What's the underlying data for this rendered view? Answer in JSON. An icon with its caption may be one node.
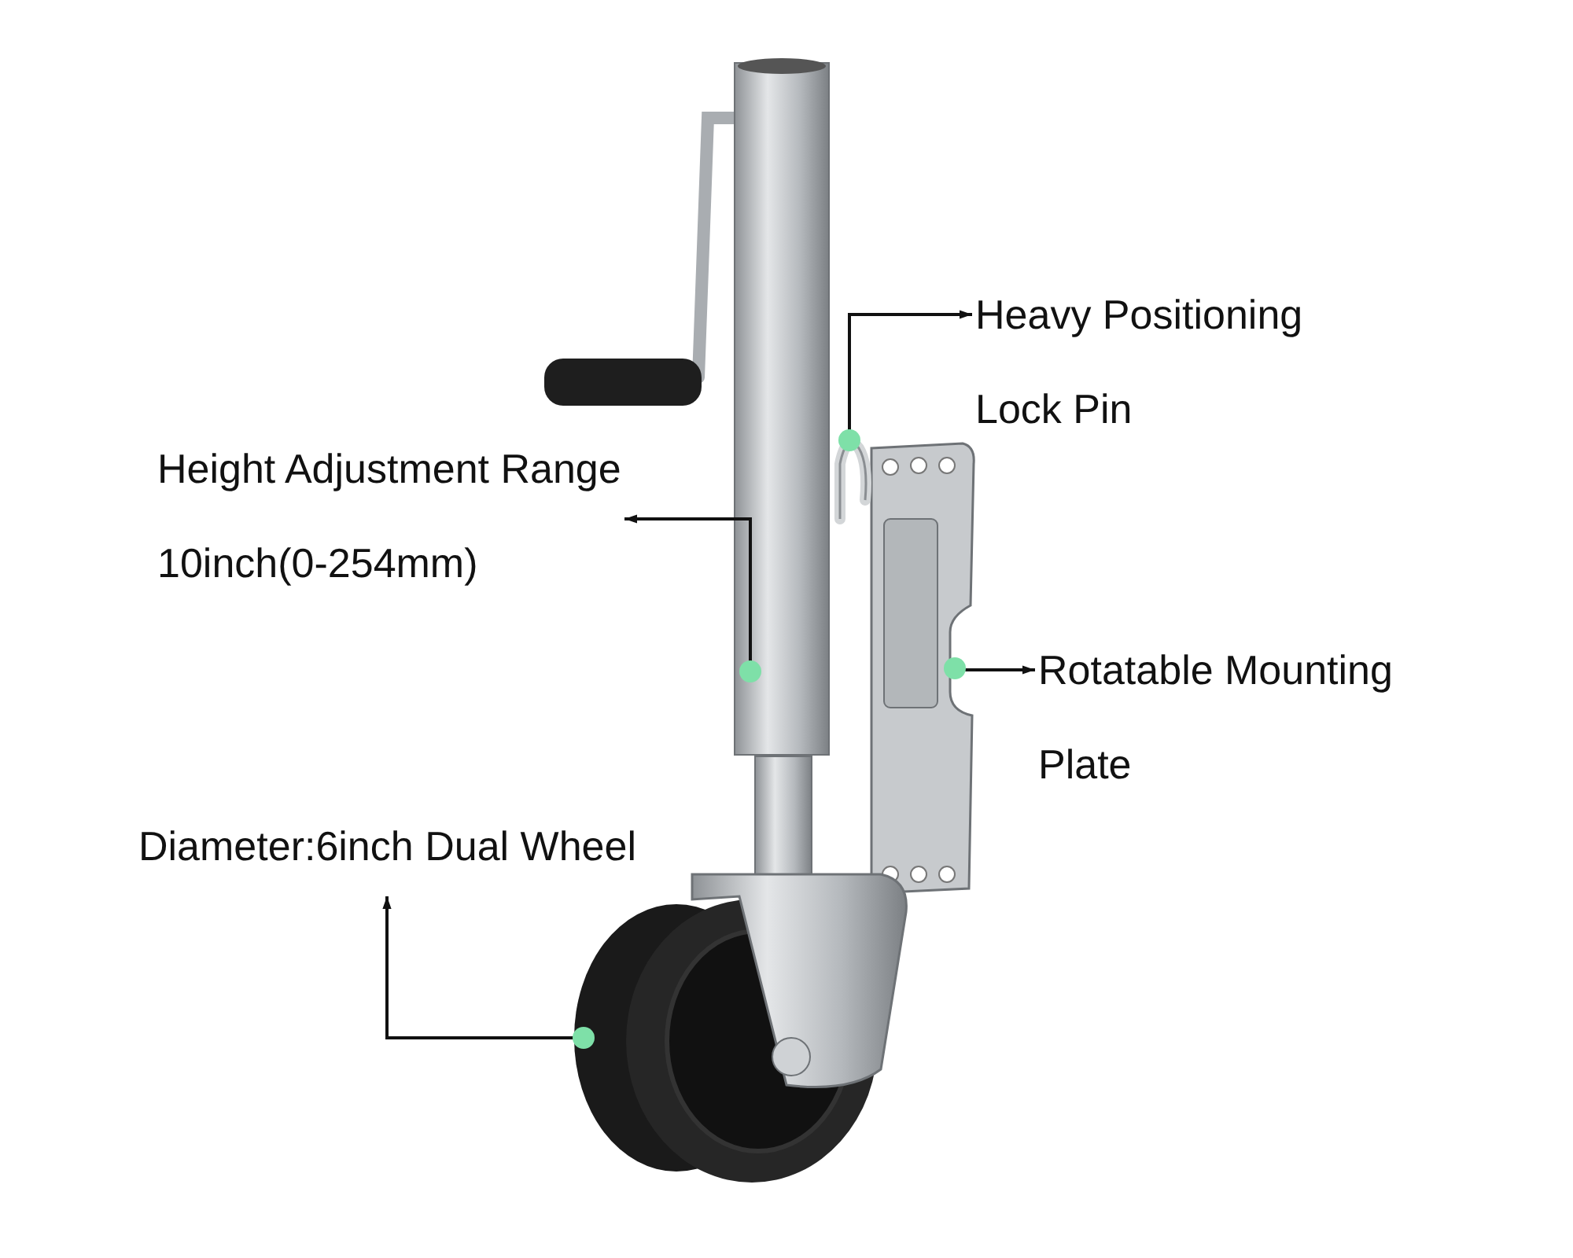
{
  "diagram": {
    "nodes": [
      {
        "text": [
          "Heavy Positioning Lock Pin"
        ]
      },
      {
        "text": [],
        "shape": "picture"
      },
      {
        "text": [
          "Height Adjustment Range",
          "10inch(0-254mm)"
        ]
      },
      {
        "text": [],
        "shape": "picture"
      },
      {
        "text": [
          "Rotatable Mounting Plate"
        ]
      },
      {
        "text": [],
        "shape": "picture"
      },
      {
        "text": [
          "Diameter:6inch Dual Wheel"
        ]
      },
      {
        "text": [],
        "shape": "picture"
      }
    ],
    "edges": [
      {
        "from": 1,
        "to": 0,
        "arrow": "to"
      },
      {
        "from": 3,
        "to": 2,
        "arrow": "to"
      },
      {
        "from": 5,
        "to": 4,
        "arrow": "to"
      },
      {
        "from": 7,
        "to": 6,
        "arrow": "to"
      }
    ]
  }
}
